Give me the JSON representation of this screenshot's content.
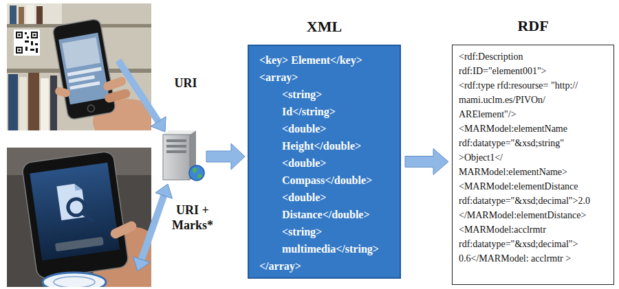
{
  "diagram": {
    "nodes": [
      {
        "text": [
          "XML",
          "<key> Element</key>",
          "<array>",
          "<string>",
          "Id</string>",
          "<double>",
          "Height</double>",
          "<double>",
          "Compass</double>",
          "<double>",
          "Distance</double>",
          "<string>",
          "multimedia</string>",
          "</array>"
        ]
      },
      {
        "text": [
          "RDF",
          "<rdf:Description",
          "rdf:ID=\"element001\">",
          "<rdf:type rfd:resourse= \"http://",
          "mami.uclm.es/PIVOn/",
          "ARElement\"/>",
          "<MARModel:elementName",
          "rdf:datatype=\"&xsd;string\"",
          ">Object1</",
          "MARModel:elementName>",
          "<MARModel:elementDistance",
          "rdf:datatype=\"&xsd;decimal\">2.0",
          "</MARModel:elementDistance>",
          "<MARModel:acclrmtr",
          "rdf:datatype=\"&xsd;decimal\">",
          "0.6</MARModel: acclrmtr >"
        ]
      }
    ],
    "edges": [
      {
        "from": 0,
        "to": 1,
        "arrow": "to"
      }
    ],
    "labels": [
      "URI",
      "URI + Marks*"
    ]
  }
}
